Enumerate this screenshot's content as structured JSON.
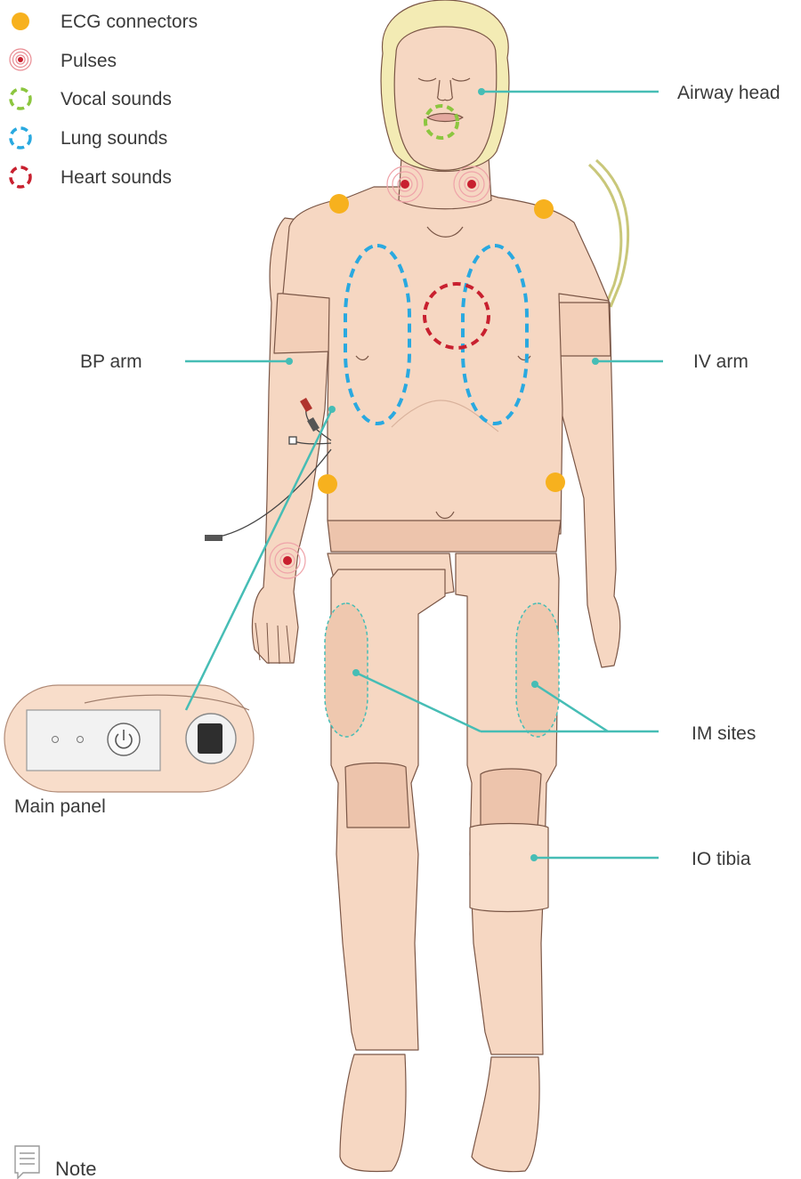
{
  "legend": {
    "items": [
      {
        "label": "ECG connectors",
        "icon": "orange-dot-icon",
        "color": "#F7B11E"
      },
      {
        "label": "Pulses",
        "icon": "pulse-icon",
        "color": "#C8202F"
      },
      {
        "label": "Vocal sounds",
        "icon": "green-dashed-circle-icon",
        "color": "#8CC63F"
      },
      {
        "label": "Lung sounds",
        "icon": "blue-dashed-circle-icon",
        "color": "#29A9E0"
      },
      {
        "label": "Heart sounds",
        "icon": "red-dashed-circle-icon",
        "color": "#C8202F"
      }
    ]
  },
  "labels": {
    "airway_head": "Airway head",
    "bp_arm": "BP arm",
    "iv_arm": "IV arm",
    "im_sites": "IM sites",
    "io_tibia": "IO tibia",
    "main_panel": "Main panel"
  },
  "note": {
    "label": "Note",
    "icon": "note-icon"
  },
  "colors": {
    "callout": "#46BDB5",
    "skin": "#F6D7C2",
    "skin_shade": "#EDC4AC",
    "outline": "#6b4a3a",
    "hair": "#F3EBB4"
  }
}
